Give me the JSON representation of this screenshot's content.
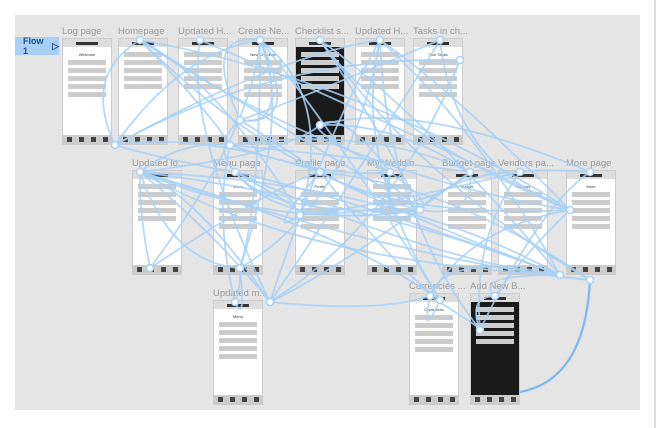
{
  "flow": {
    "label": "Flow 1",
    "icon": "play-icon"
  },
  "frames": [
    {
      "name": "Log page",
      "title": "Welcome"
    },
    {
      "name": "Homepage",
      "title": ""
    },
    {
      "name": "Updated H...",
      "title": ""
    },
    {
      "name": "Create Ne...",
      "title": "New Checklist"
    },
    {
      "name": "Checklist s...",
      "title": ""
    },
    {
      "name": "Updated H...",
      "title": ""
    },
    {
      "name": "Tasks in ch...",
      "title": "Your Tasks"
    },
    {
      "name": "Updated lo...",
      "title": ""
    },
    {
      "name": "Menu page",
      "title": "Menu"
    },
    {
      "name": "Profile page",
      "title": "Profile"
    },
    {
      "name": "My Weddin...",
      "title": ""
    },
    {
      "name": "Budget page",
      "title": "Budget"
    },
    {
      "name": "Vendors pa...",
      "title": "Vendors"
    },
    {
      "name": "More page",
      "title": "More"
    },
    {
      "name": "Updated m...",
      "title": "Menu"
    },
    {
      "name": "Currencies ...",
      "title": "Currencies"
    },
    {
      "name": "Add New B...",
      "title": ""
    }
  ],
  "colors": {
    "link": "#a8d1f7",
    "accent": "#7ab8f5"
  }
}
